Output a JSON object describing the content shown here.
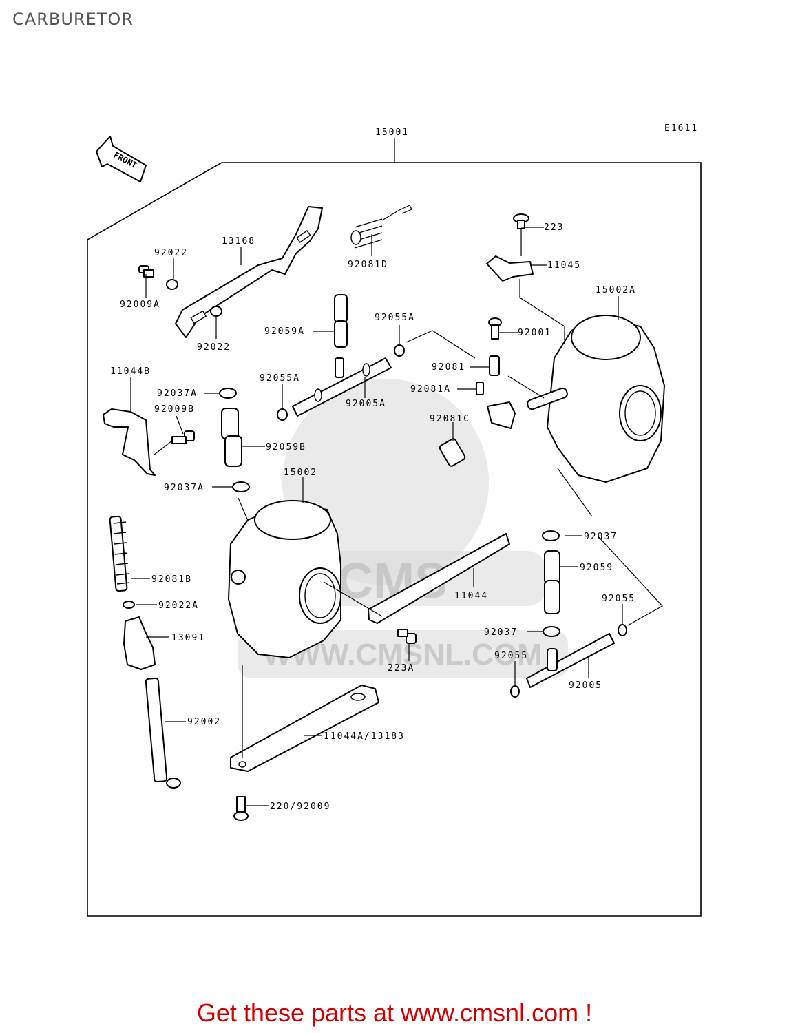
{
  "title": "CARBURETOR",
  "diagram_code": "E1611",
  "front_label": "FRONT",
  "watermark": {
    "brand": "CMS",
    "url": "WWW.CMSNL.COM"
  },
  "labels": {
    "p15001": "15001",
    "p223": "223",
    "p11045": "11045",
    "p15002A": "15002A",
    "p92022_top": "92022",
    "p13168": "13168",
    "p92081D": "92081D",
    "p92009A": "92009A",
    "p92022_bot": "92022",
    "p92059A": "92059A",
    "p92055A_top": "92055A",
    "p92001": "92001",
    "p92081": "92081",
    "p11044B": "11044B",
    "p92037A_top": "92037A",
    "p92055A_mid": "92055A",
    "p92005A": "92005A",
    "p92081A": "92081A",
    "p92009B": "92009B",
    "p92081C": "92081C",
    "p92059B": "92059B",
    "p15002": "15002",
    "p92037A_bot": "92037A",
    "p92037_right": "92037",
    "p92059": "92059",
    "p92081B": "92081B",
    "p11044": "11044",
    "p92022A": "92022A",
    "p92055_right": "92055",
    "p13091": "13091",
    "p92037_low": "92037",
    "p223A": "223A",
    "p92055_low": "92055",
    "p92005": "92005",
    "p92002": "92002",
    "p11044A": "11044A/13183",
    "p220": "220/92009"
  },
  "footer_text": "Get these parts at www.cmsnl.com !"
}
